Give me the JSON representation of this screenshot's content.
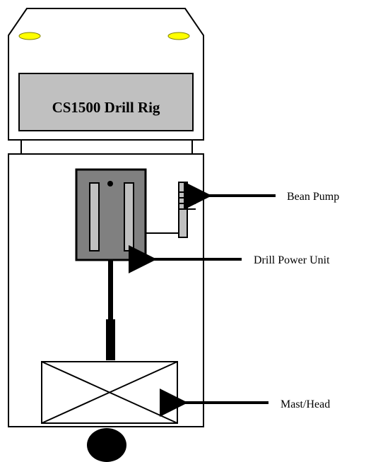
{
  "diagram": {
    "title": "CS1500 Drill Rig",
    "labels": {
      "bean_pump": "Bean Pump",
      "drill_power_unit": "Drill Power Unit",
      "mast_head": "Mast/Head"
    }
  },
  "colors": {
    "outline": "#000000",
    "label_panel": "#c0c0c0",
    "power_unit": "#808080",
    "power_slot": "#c0c0c0",
    "pump": "#c0c0c0",
    "headlight": "#ffff00",
    "background": "#ffffff"
  }
}
